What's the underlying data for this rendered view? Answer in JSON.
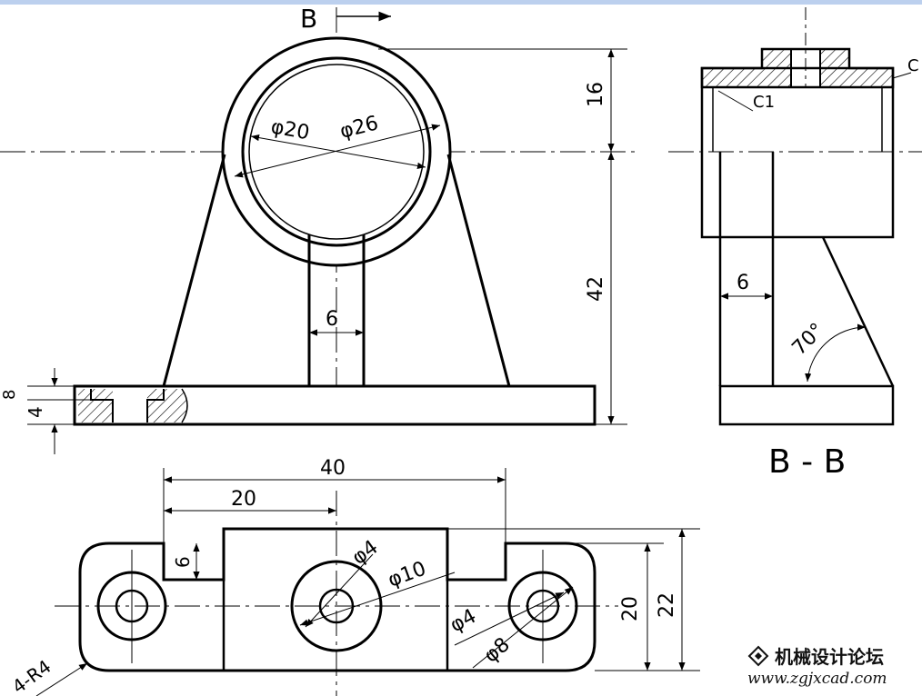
{
  "front_view": {
    "section_mark": "B",
    "dim_height_top": "16",
    "dim_height_total": "42",
    "dim_inner_dia": "φ20",
    "dim_outer_dia": "φ26",
    "dim_rib": "6",
    "dim_base_left_small": "8",
    "dim_base_left": "4"
  },
  "side_view": {
    "dim_chamfer": "C1",
    "dim_chamfer_right": "C",
    "dim_rib": "6",
    "dim_angle": "70°",
    "section_title": "B - B"
  },
  "top_view": {
    "dim_width_total": "40",
    "dim_width_half": "20",
    "dim_step": "6",
    "dim_hole_small": "φ4",
    "dim_hole_large": "φ10",
    "dim_hole_small_right": "φ4",
    "dim_hole_right": "φ8",
    "dim_depth_inner": "20",
    "dim_depth_total": "22",
    "dim_corner_radius": "4-R4"
  },
  "watermark": {
    "name": "机械设计论坛",
    "url": "www.zgjxcad.com",
    "logo_icon": "diamond-logo-icon"
  }
}
